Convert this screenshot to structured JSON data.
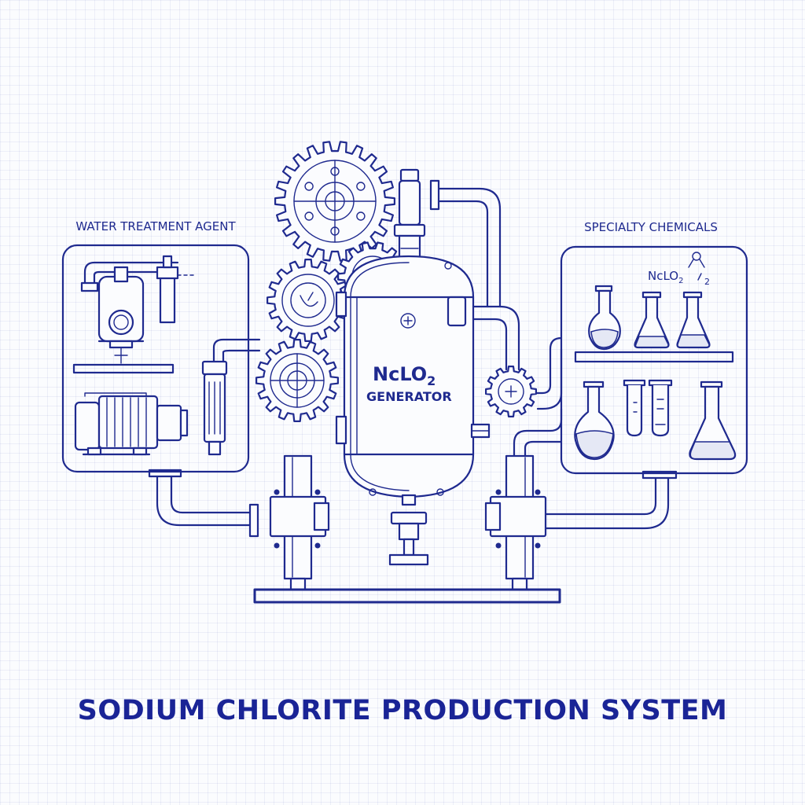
{
  "title": "SODIUM CHLORITE PRODUCTION SYSTEM",
  "left_panel": {
    "label": "WATER TREATMENT AGENT"
  },
  "right_panel": {
    "label": "SPECIALTY CHEMICALS",
    "formula_main": "NcLO",
    "formula_sub": "2",
    "formula_extra": "2"
  },
  "generator": {
    "formula_main": "NcLO",
    "formula_sub": "2",
    "name": "GENERATOR"
  },
  "colors": {
    "ink": "#1f2a8f",
    "title": "#1a2496",
    "background": "#fbfcfe"
  },
  "icons": [
    "gear-icon",
    "reactor-vessel-icon",
    "pump-icon",
    "filter-icon",
    "flask-icon",
    "test-tube-icon",
    "pipe-icon",
    "valve-icon"
  ]
}
